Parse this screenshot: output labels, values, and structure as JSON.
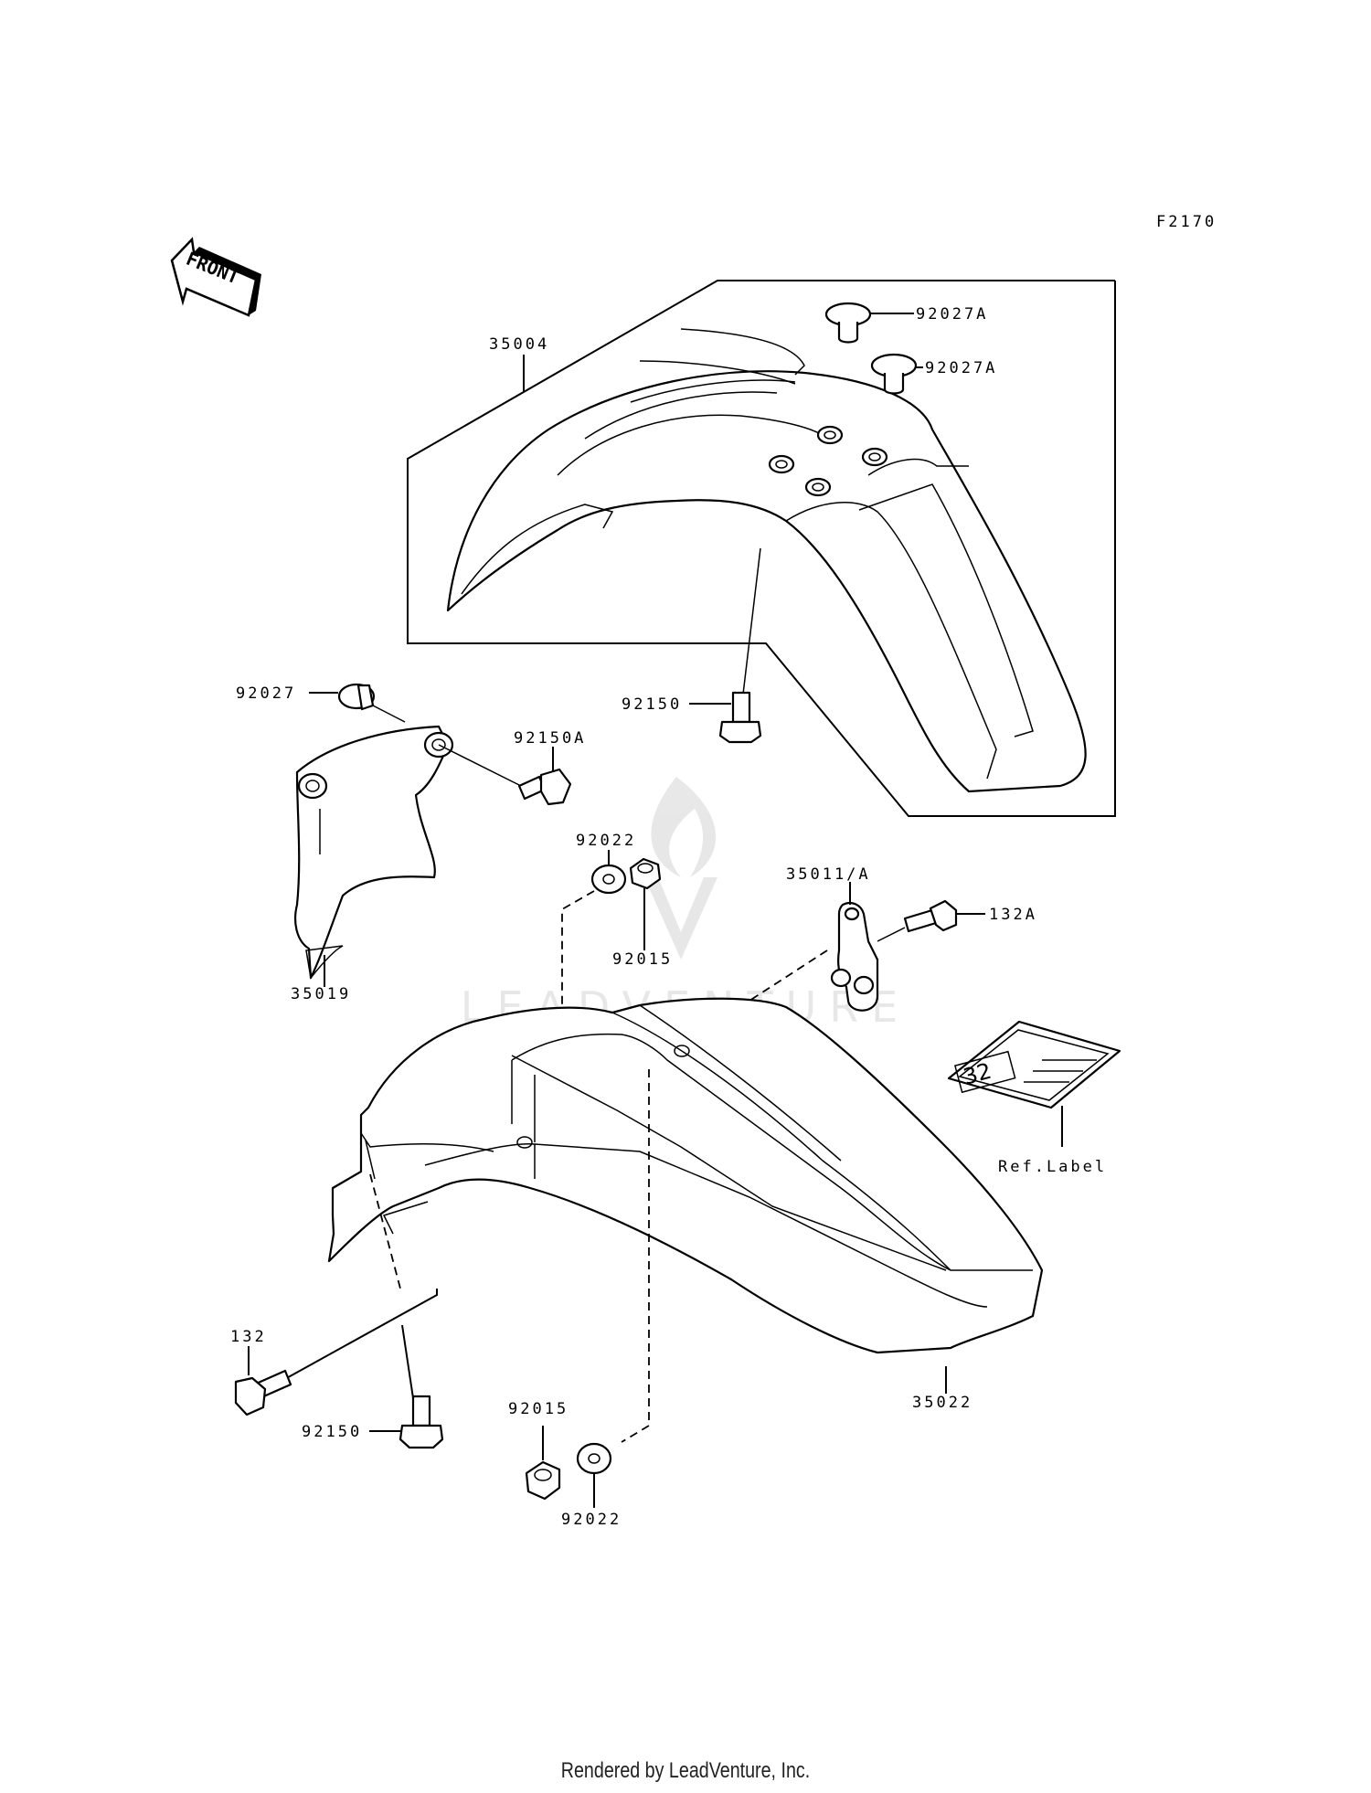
{
  "diagram_code": "F2170",
  "front_arrow_label": "FRONT",
  "watermark": "LEADVENTURE",
  "footer": "Rendered by LeadVenture, Inc.",
  "ref_label_text": "32",
  "callouts": {
    "p35004": "35004",
    "p92027A_1": "92027A",
    "p92027A_2": "92027A",
    "p92150_top": "92150",
    "p92027": "92027",
    "p92150A": "92150A",
    "p35019": "35019",
    "p92022_top": "92022",
    "p92015_top": "92015",
    "p35011A": "35011/A",
    "p132A": "132A",
    "pRefLabel": "Ref.Label",
    "p132": "132",
    "p92150_bottom": "92150",
    "p92015_bottom": "92015",
    "p92022_bottom": "92022",
    "p35022": "35022"
  }
}
